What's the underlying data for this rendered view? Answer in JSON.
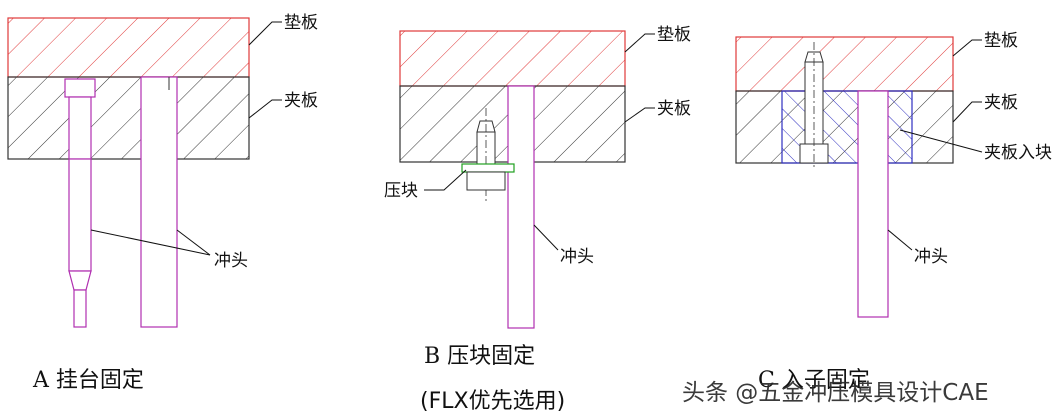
{
  "labels": {
    "backing_plate": "垫板",
    "clamp_plate": "夹板",
    "punch": "冲头",
    "press_block": "压块",
    "clamp_insert": "夹板入块"
  },
  "captions": {
    "a": "A 挂台固定",
    "b": "B 压块固定",
    "b_note": "(FLX优先选用)",
    "c": "C 入子固定"
  },
  "watermark": "头条 @五金冲压模具设计CAE",
  "colors": {
    "backing_plate": "#e03a3a",
    "clamp_plate": "#333333",
    "punch": "#b030b0",
    "press_block": "#20a020",
    "insert": "#3030c0",
    "leader": "#111111"
  }
}
